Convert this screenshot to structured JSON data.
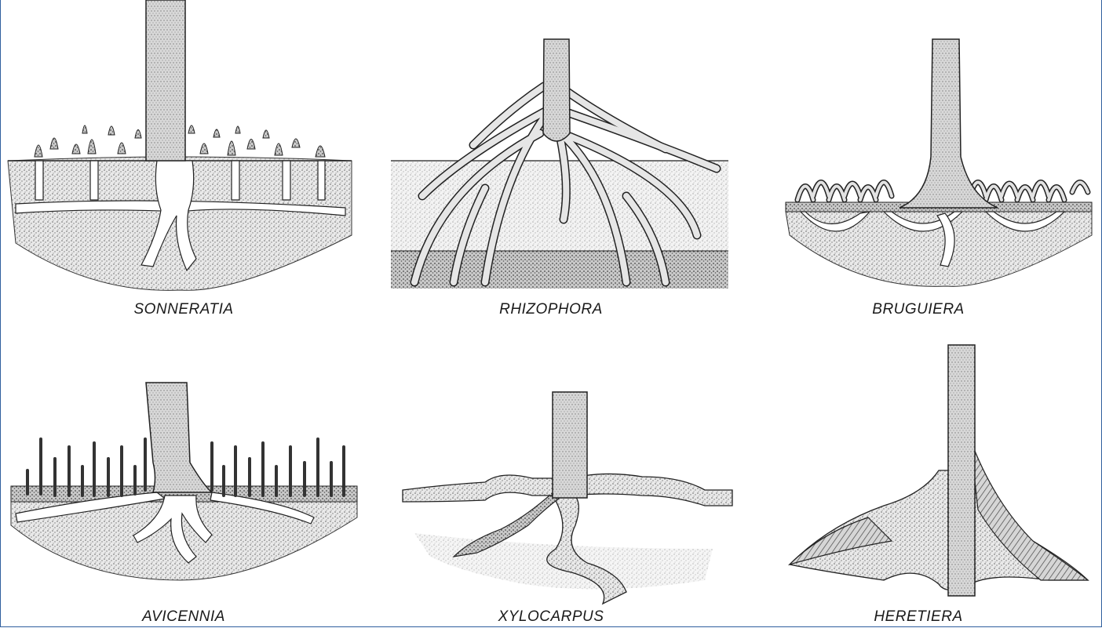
{
  "diagram": {
    "panels": [
      {
        "id": "sonneratia",
        "caption": "SONNERATIA"
      },
      {
        "id": "rhizophora",
        "caption": "RHIZOPHORA"
      },
      {
        "id": "bruguiera",
        "caption": "BRUGUIERA"
      },
      {
        "id": "avicennia",
        "caption": "AVICENNIA"
      },
      {
        "id": "xylocarpus",
        "caption": "XYLOCARPUS"
      },
      {
        "id": "heretiera",
        "caption": "HERETIERA"
      }
    ]
  },
  "colors": {
    "ink": "#1a1a1a",
    "soil": "#bdbdbd",
    "bark": "#cfcfcf",
    "frame": "#2f5f9e"
  }
}
